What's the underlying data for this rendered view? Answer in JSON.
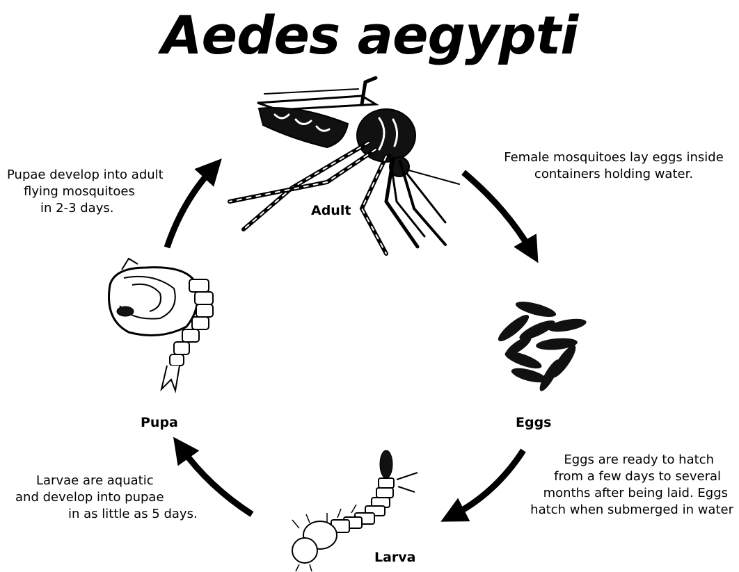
{
  "title": "Aedes aegypti",
  "stages": {
    "adult": "Adult",
    "eggs": "Eggs",
    "larva": "Larva",
    "pupa": "Pupa"
  },
  "descriptions": {
    "pupa_to_adult": [
      "Pupae develop into adult",
      "flying mosquitoes",
      "in 2-3 days."
    ],
    "adult_to_eggs": [
      "Female mosquitoes lay eggs inside",
      "containers holding water."
    ],
    "eggs_to_larva": [
      "Eggs are ready to hatch",
      "from a few days to several",
      "months after being laid. Eggs",
      "hatch when submerged in water"
    ],
    "larva_to_pupa": [
      "Larvae are aquatic",
      "and develop into pupae",
      "in as little as 5 days."
    ]
  }
}
